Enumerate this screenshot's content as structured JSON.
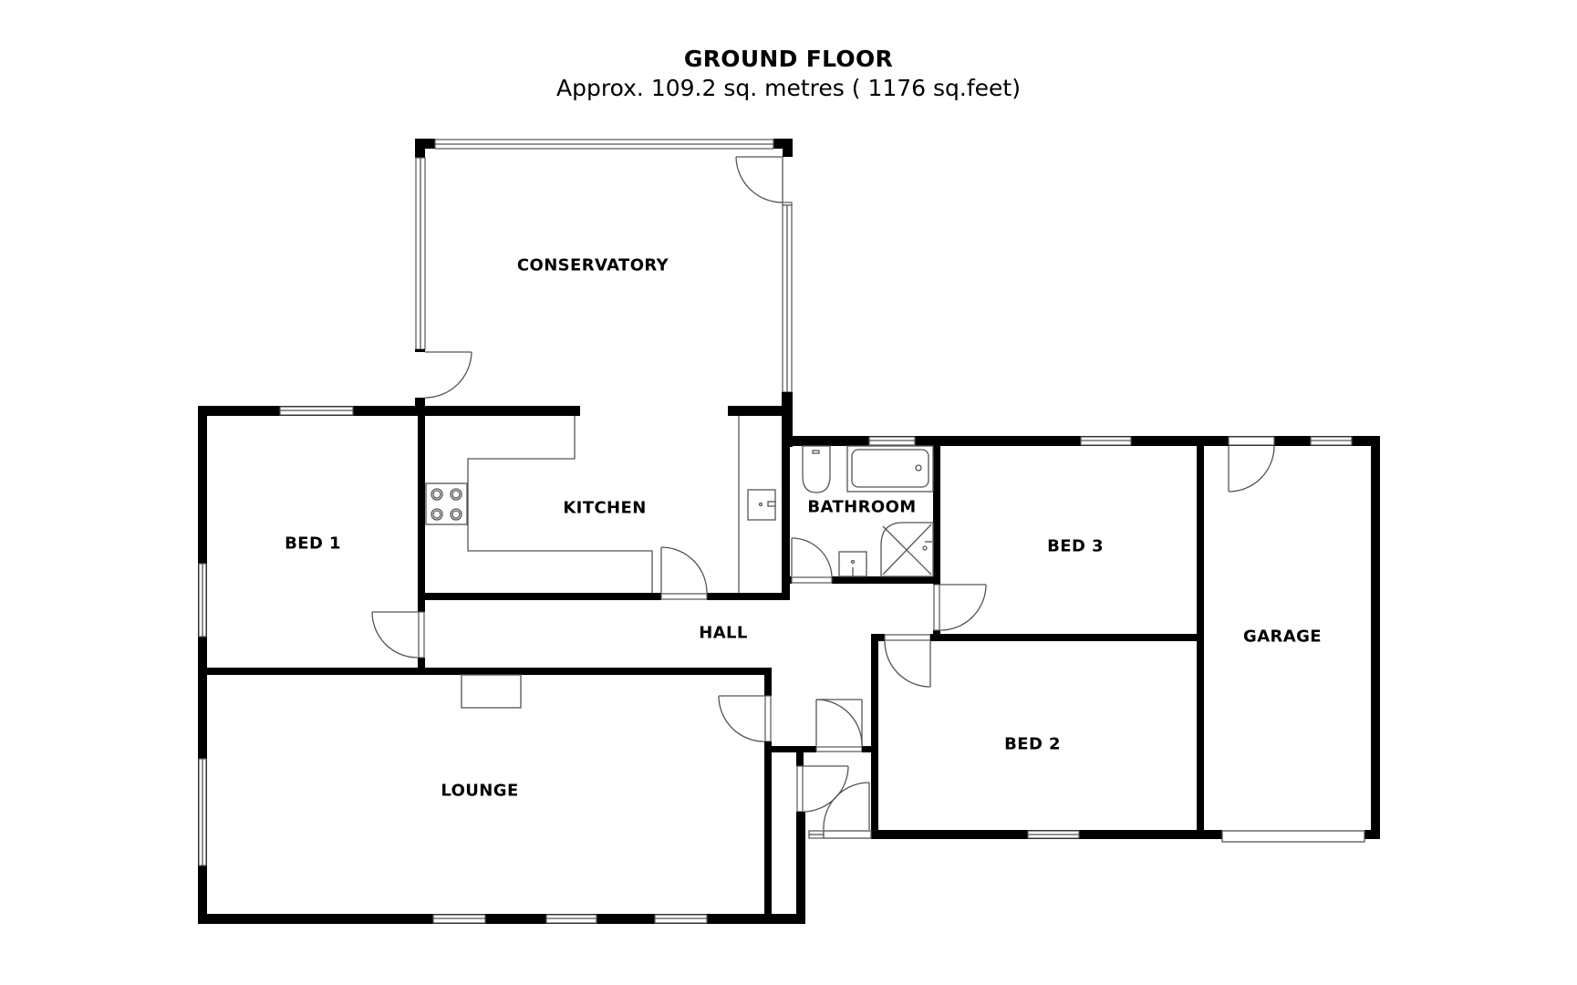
{
  "header": {
    "title": "GROUND FLOOR",
    "subtitle": "Approx. 109.2 sq. metres ( 1176 sq.feet)"
  },
  "floor": {
    "total_area_sqm": 109.2,
    "total_area_sqft": 1176
  },
  "rooms": [
    {
      "id": "conservatory",
      "label": "CONSERVATORY"
    },
    {
      "id": "kitchen",
      "label": "KITCHEN"
    },
    {
      "id": "bathroom",
      "label": "BATHROOM"
    },
    {
      "id": "bed1",
      "label": "BED 1"
    },
    {
      "id": "bed3",
      "label": "BED 3"
    },
    {
      "id": "hall",
      "label": "HALL"
    },
    {
      "id": "garage",
      "label": "GARAGE"
    },
    {
      "id": "bed2",
      "label": "BED 2"
    },
    {
      "id": "lounge",
      "label": "LOUNGE"
    }
  ],
  "colors": {
    "wall": "#000000",
    "fixture_line": "#555555",
    "background": "#ffffff"
  }
}
